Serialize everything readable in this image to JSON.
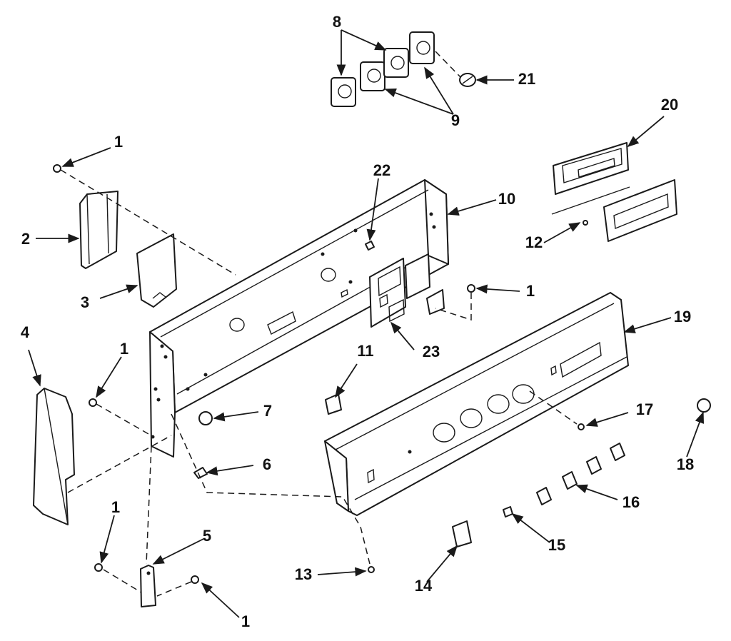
{
  "callouts": {
    "c1a": "1",
    "c1b": "1",
    "c1c": "1",
    "c1d": "1",
    "c1e": "1",
    "c2": "2",
    "c3": "3",
    "c4": "4",
    "c5": "5",
    "c6": "6",
    "c7": "7",
    "c8": "8",
    "c9": "9",
    "c10": "10",
    "c11": "11",
    "c12": "12",
    "c13": "13",
    "c14": "14",
    "c15": "15",
    "c16": "16",
    "c17": "17",
    "c18": "18",
    "c19": "19",
    "c20": "20",
    "c21": "21",
    "c22": "22",
    "c23": "23"
  }
}
